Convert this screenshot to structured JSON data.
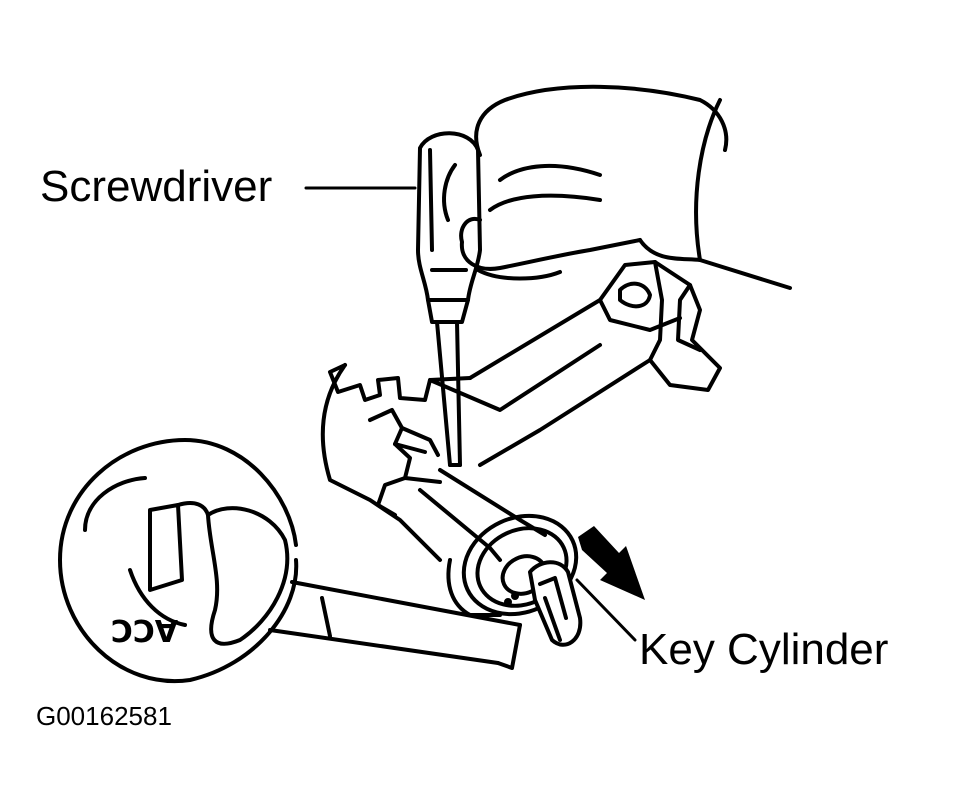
{
  "labels": {
    "screwdriver": "Screwdriver",
    "key_cylinder": "Key Cylinder",
    "figure_id": "G00162581",
    "detail_text": "ACC"
  },
  "colors": {
    "ink": "#000000",
    "paper": "#ffffff"
  }
}
